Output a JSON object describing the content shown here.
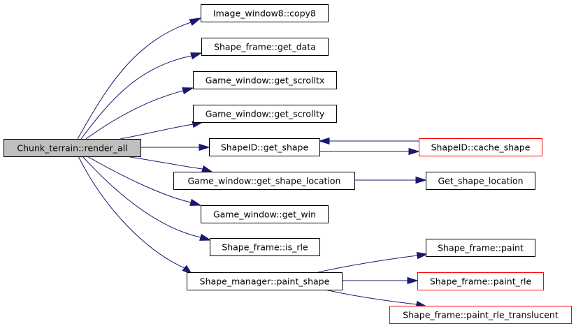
{
  "diagram": {
    "type": "call-graph",
    "colors": {
      "edge": "#191970",
      "root_fill": "#bfbfbf",
      "node_border": "#000000",
      "truncated_border": "#ff0000"
    },
    "nodes": [
      {
        "id": "render_all",
        "label": "Chunk_terrain::render_all",
        "style": "root"
      },
      {
        "id": "copy8",
        "label": "Image_window8::copy8",
        "style": "normal"
      },
      {
        "id": "get_data",
        "label": "Shape_frame::get_data",
        "style": "normal"
      },
      {
        "id": "get_scrolltx",
        "label": "Game_window::get_scrolltx",
        "style": "normal"
      },
      {
        "id": "get_scrollty",
        "label": "Game_window::get_scrollty",
        "style": "normal"
      },
      {
        "id": "get_shape",
        "label": "ShapeID::get_shape",
        "style": "normal"
      },
      {
        "id": "cache_shape",
        "label": "ShapeID::cache_shape",
        "style": "truncated"
      },
      {
        "id": "gw_get_shape_location",
        "label": "Game_window::get_shape_location",
        "style": "normal"
      },
      {
        "id": "Get_shape_location",
        "label": "Get_shape_location",
        "style": "normal"
      },
      {
        "id": "get_win",
        "label": "Game_window::get_win",
        "style": "normal"
      },
      {
        "id": "is_rle",
        "label": "Shape_frame::is_rle",
        "style": "normal"
      },
      {
        "id": "paint_shape",
        "label": "Shape_manager::paint_shape",
        "style": "normal"
      },
      {
        "id": "paint",
        "label": "Shape_frame::paint",
        "style": "normal"
      },
      {
        "id": "paint_rle",
        "label": "Shape_frame::paint_rle",
        "style": "truncated"
      },
      {
        "id": "paint_rle_translucent",
        "label": "Shape_frame::paint_rle_translucent",
        "style": "truncated"
      }
    ],
    "edges": [
      {
        "from": "render_all",
        "to": "copy8"
      },
      {
        "from": "render_all",
        "to": "get_data"
      },
      {
        "from": "render_all",
        "to": "get_scrolltx"
      },
      {
        "from": "render_all",
        "to": "get_scrollty"
      },
      {
        "from": "render_all",
        "to": "get_shape"
      },
      {
        "from": "render_all",
        "to": "gw_get_shape_location"
      },
      {
        "from": "render_all",
        "to": "get_win"
      },
      {
        "from": "render_all",
        "to": "is_rle"
      },
      {
        "from": "render_all",
        "to": "paint_shape"
      },
      {
        "from": "get_shape",
        "to": "cache_shape"
      },
      {
        "from": "cache_shape",
        "to": "get_shape"
      },
      {
        "from": "gw_get_shape_location",
        "to": "Get_shape_location"
      },
      {
        "from": "paint_shape",
        "to": "paint"
      },
      {
        "from": "paint_shape",
        "to": "paint_rle"
      },
      {
        "from": "paint_shape",
        "to": "paint_rle_translucent"
      }
    ]
  }
}
